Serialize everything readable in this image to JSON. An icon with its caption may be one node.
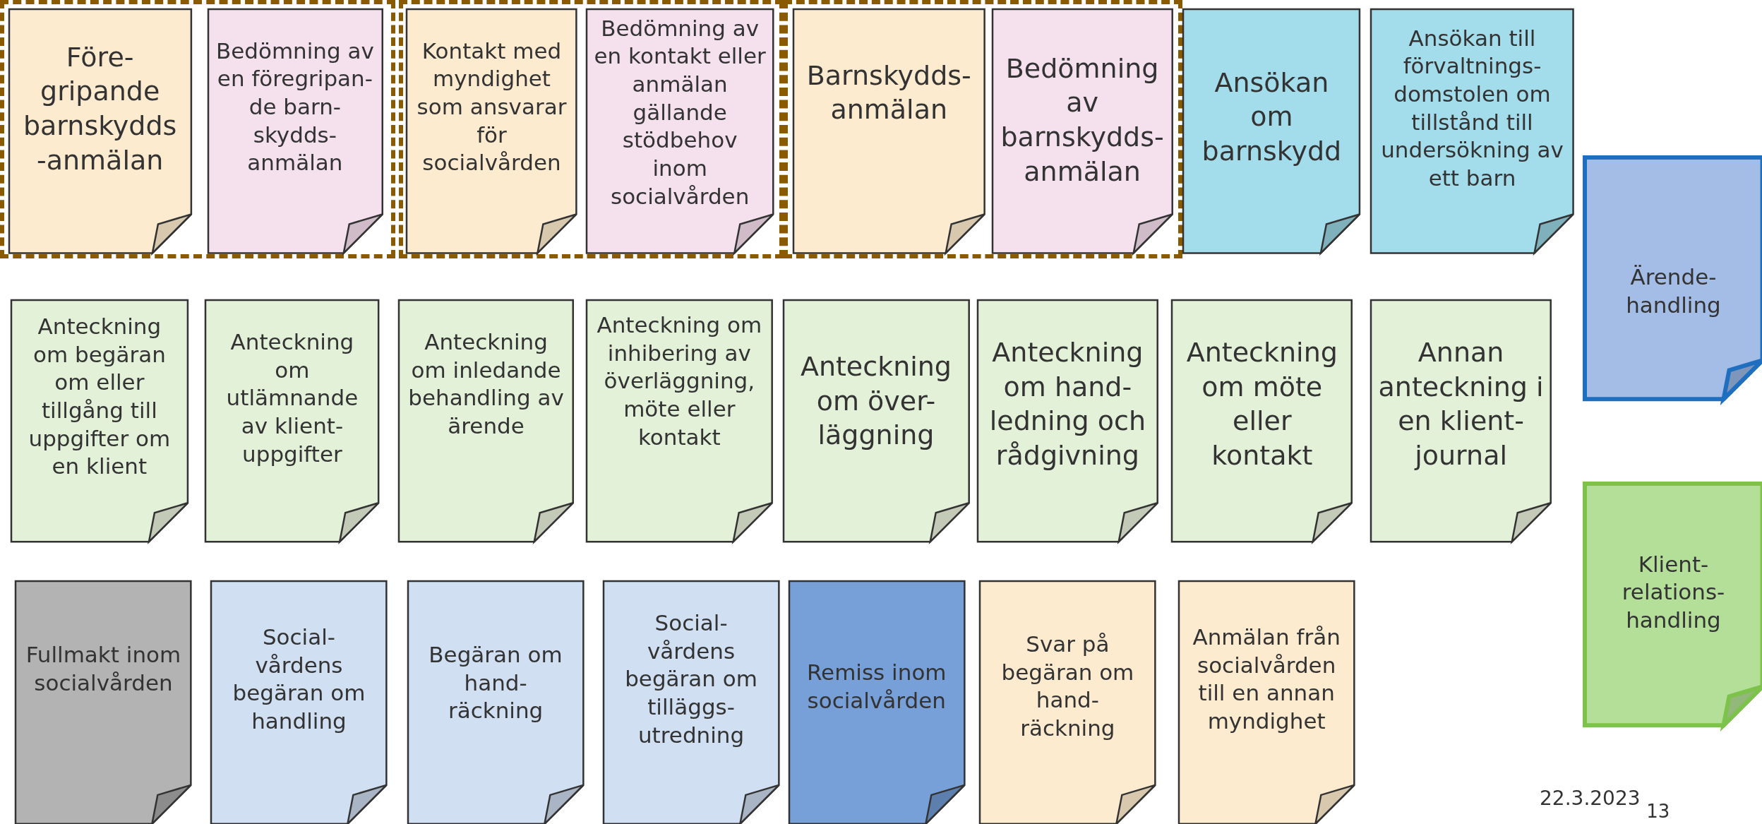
{
  "diagram": {
    "nodes": [
      {
        "text": [],
        "shape": "box"
      },
      {
        "text": [
          "Före- gripande barnskydds -anmälan"
        ],
        "in": 0
      },
      {
        "text": [
          "Bedömning av en föregripan- de barn- skydds- anmälan"
        ],
        "in": 0
      },
      {
        "text": [],
        "shape": "box"
      },
      {
        "text": [
          "Kontakt med myndighet som ansvarar för socialvården"
        ],
        "in": 3
      },
      {
        "text": [
          "Bedömning av en kontakt eller anmälan gällande stödbehov inom socialvården"
        ],
        "in": 3
      },
      {
        "text": [],
        "shape": "box"
      },
      {
        "text": [
          "Barnskydds- anmälan"
        ],
        "in": 6
      },
      {
        "text": [
          "Bedömning av barnskydds- anmälan"
        ],
        "in": 6
      },
      {
        "text": [
          "Ansökan om barnskydd"
        ]
      },
      {
        "text": [
          "Ansökan till förvaltnings- domstolen om tillstånd till undersökning av ett barn"
        ]
      },
      {
        "text": [
          "Ärende- handling"
        ]
      },
      {
        "text": [
          "Anteckning om begäran om eller tillgång till uppgifter om en klient"
        ]
      },
      {
        "text": [
          "Anteckning om utlämnande av klient- uppgifter"
        ]
      },
      {
        "text": [
          "Anteckning om inledande behandling av ärende"
        ]
      },
      {
        "text": [
          "Anteckning om inhibering av överläggning, möte eller kontakt"
        ]
      },
      {
        "text": [
          "Anteckning om över- läggning"
        ]
      },
      {
        "text": [
          "Anteckning om hand- ledning och rådgivning"
        ]
      },
      {
        "text": [
          "Anteckning om möte eller kontakt"
        ]
      },
      {
        "text": [
          "Annan anteckning i en klient- journal"
        ]
      },
      {
        "text": [
          "Klient- relations- handling"
        ]
      },
      {
        "text": [
          "Fullmakt inom socialvården"
        ]
      },
      {
        "text": [
          "Social- vårdens begäran om handling"
        ]
      },
      {
        "text": [
          "Begäran om hand- räckning"
        ]
      },
      {
        "text": [
          "Social- vårdens begäran om tilläggs- utredning"
        ]
      },
      {
        "text": [
          "Remiss inom socialvården"
        ]
      },
      {
        "text": [
          "Svar på begäran om hand- räckning"
        ]
      },
      {
        "text": [
          "Anmälan från socialvården till en annan myndighet"
        ]
      }
    ],
    "edges": [],
    "labels": [
      "22.3.2023",
      "13"
    ]
  }
}
